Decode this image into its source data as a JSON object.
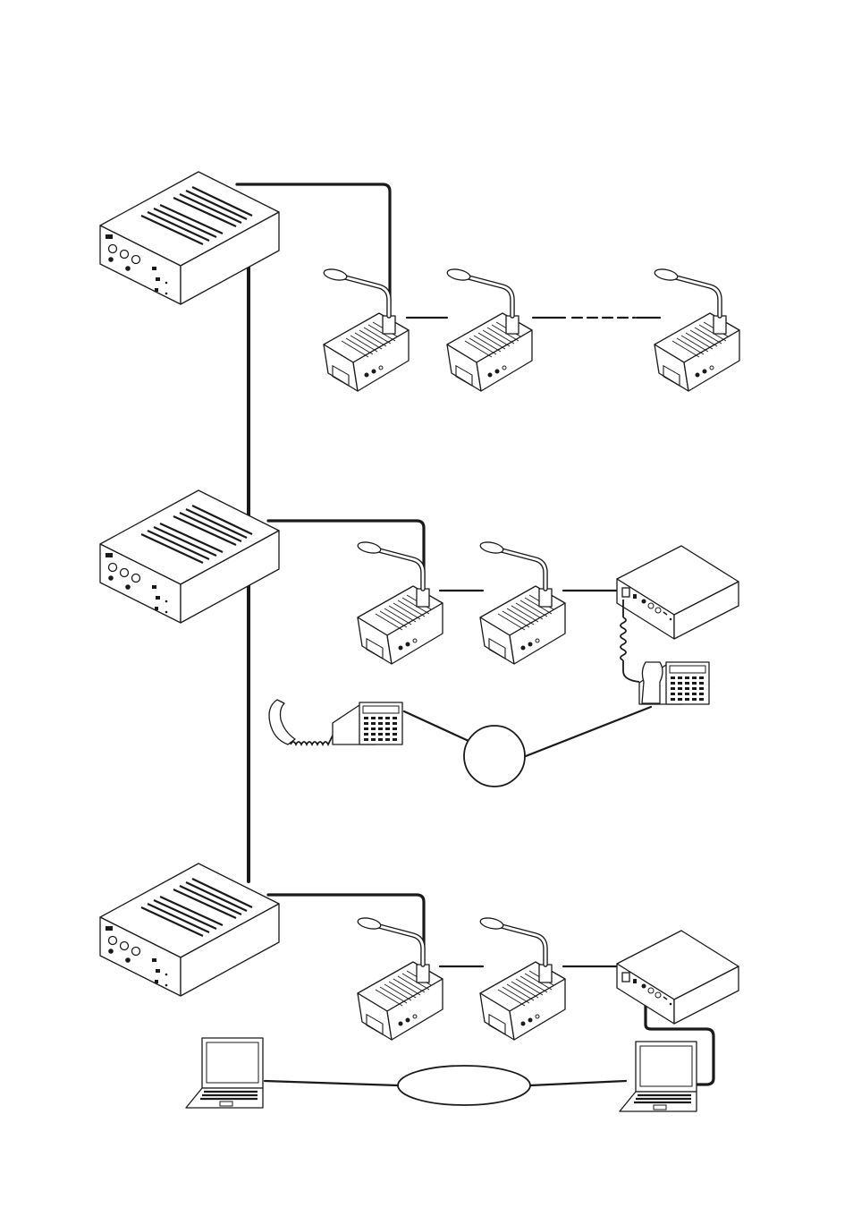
{
  "colors": {
    "line": "#1a1a1a",
    "background": "#ffffff"
  },
  "icons": {
    "central_unit": "amplifier-unit-icon",
    "delegate": "gooseneck-microphone-unit-icon",
    "interface": "interface-box-icon",
    "telephone": "desk-telephone-icon",
    "laptop": "laptop-icon",
    "network": "network-ellipse-icon"
  },
  "groups": [
    {
      "name": "group-1",
      "delegate_units": 3,
      "chain_dashed": true,
      "interface": null
    },
    {
      "name": "group-2",
      "delegate_units": 2,
      "chain_dashed": false,
      "interface": "telephone"
    },
    {
      "name": "group-3",
      "delegate_units": 2,
      "chain_dashed": false,
      "interface": "laptop"
    }
  ]
}
